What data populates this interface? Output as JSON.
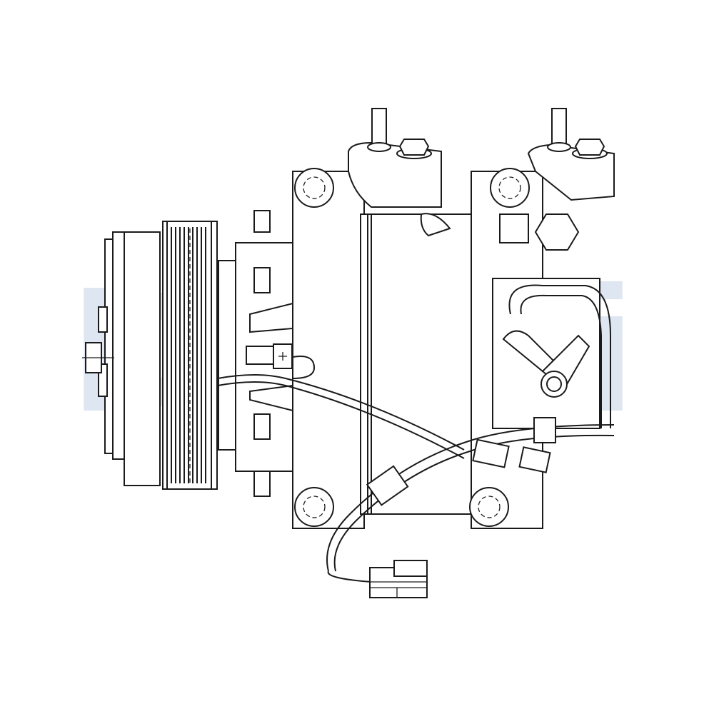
{
  "watermark": {
    "text": "Delphi",
    "color": "#dde6f1"
  },
  "drawing": {
    "subject": "AC compressor technical line drawing",
    "line_color": "#1a1a1a",
    "background": "#ffffff",
    "components": [
      {
        "name": "clutch-pulley",
        "label": "Pulley"
      },
      {
        "name": "clutch-plate",
        "label": "Clutch front plate"
      },
      {
        "name": "compressor-body",
        "label": "Housing"
      },
      {
        "name": "discharge-port",
        "label": "Port fitting"
      },
      {
        "name": "suction-port",
        "label": "Port fitting"
      },
      {
        "name": "mount-ear",
        "label": "Mounting ear"
      },
      {
        "name": "wire-harness",
        "label": "Wire harness"
      },
      {
        "name": "electrical-connector",
        "label": "Connector"
      }
    ]
  }
}
